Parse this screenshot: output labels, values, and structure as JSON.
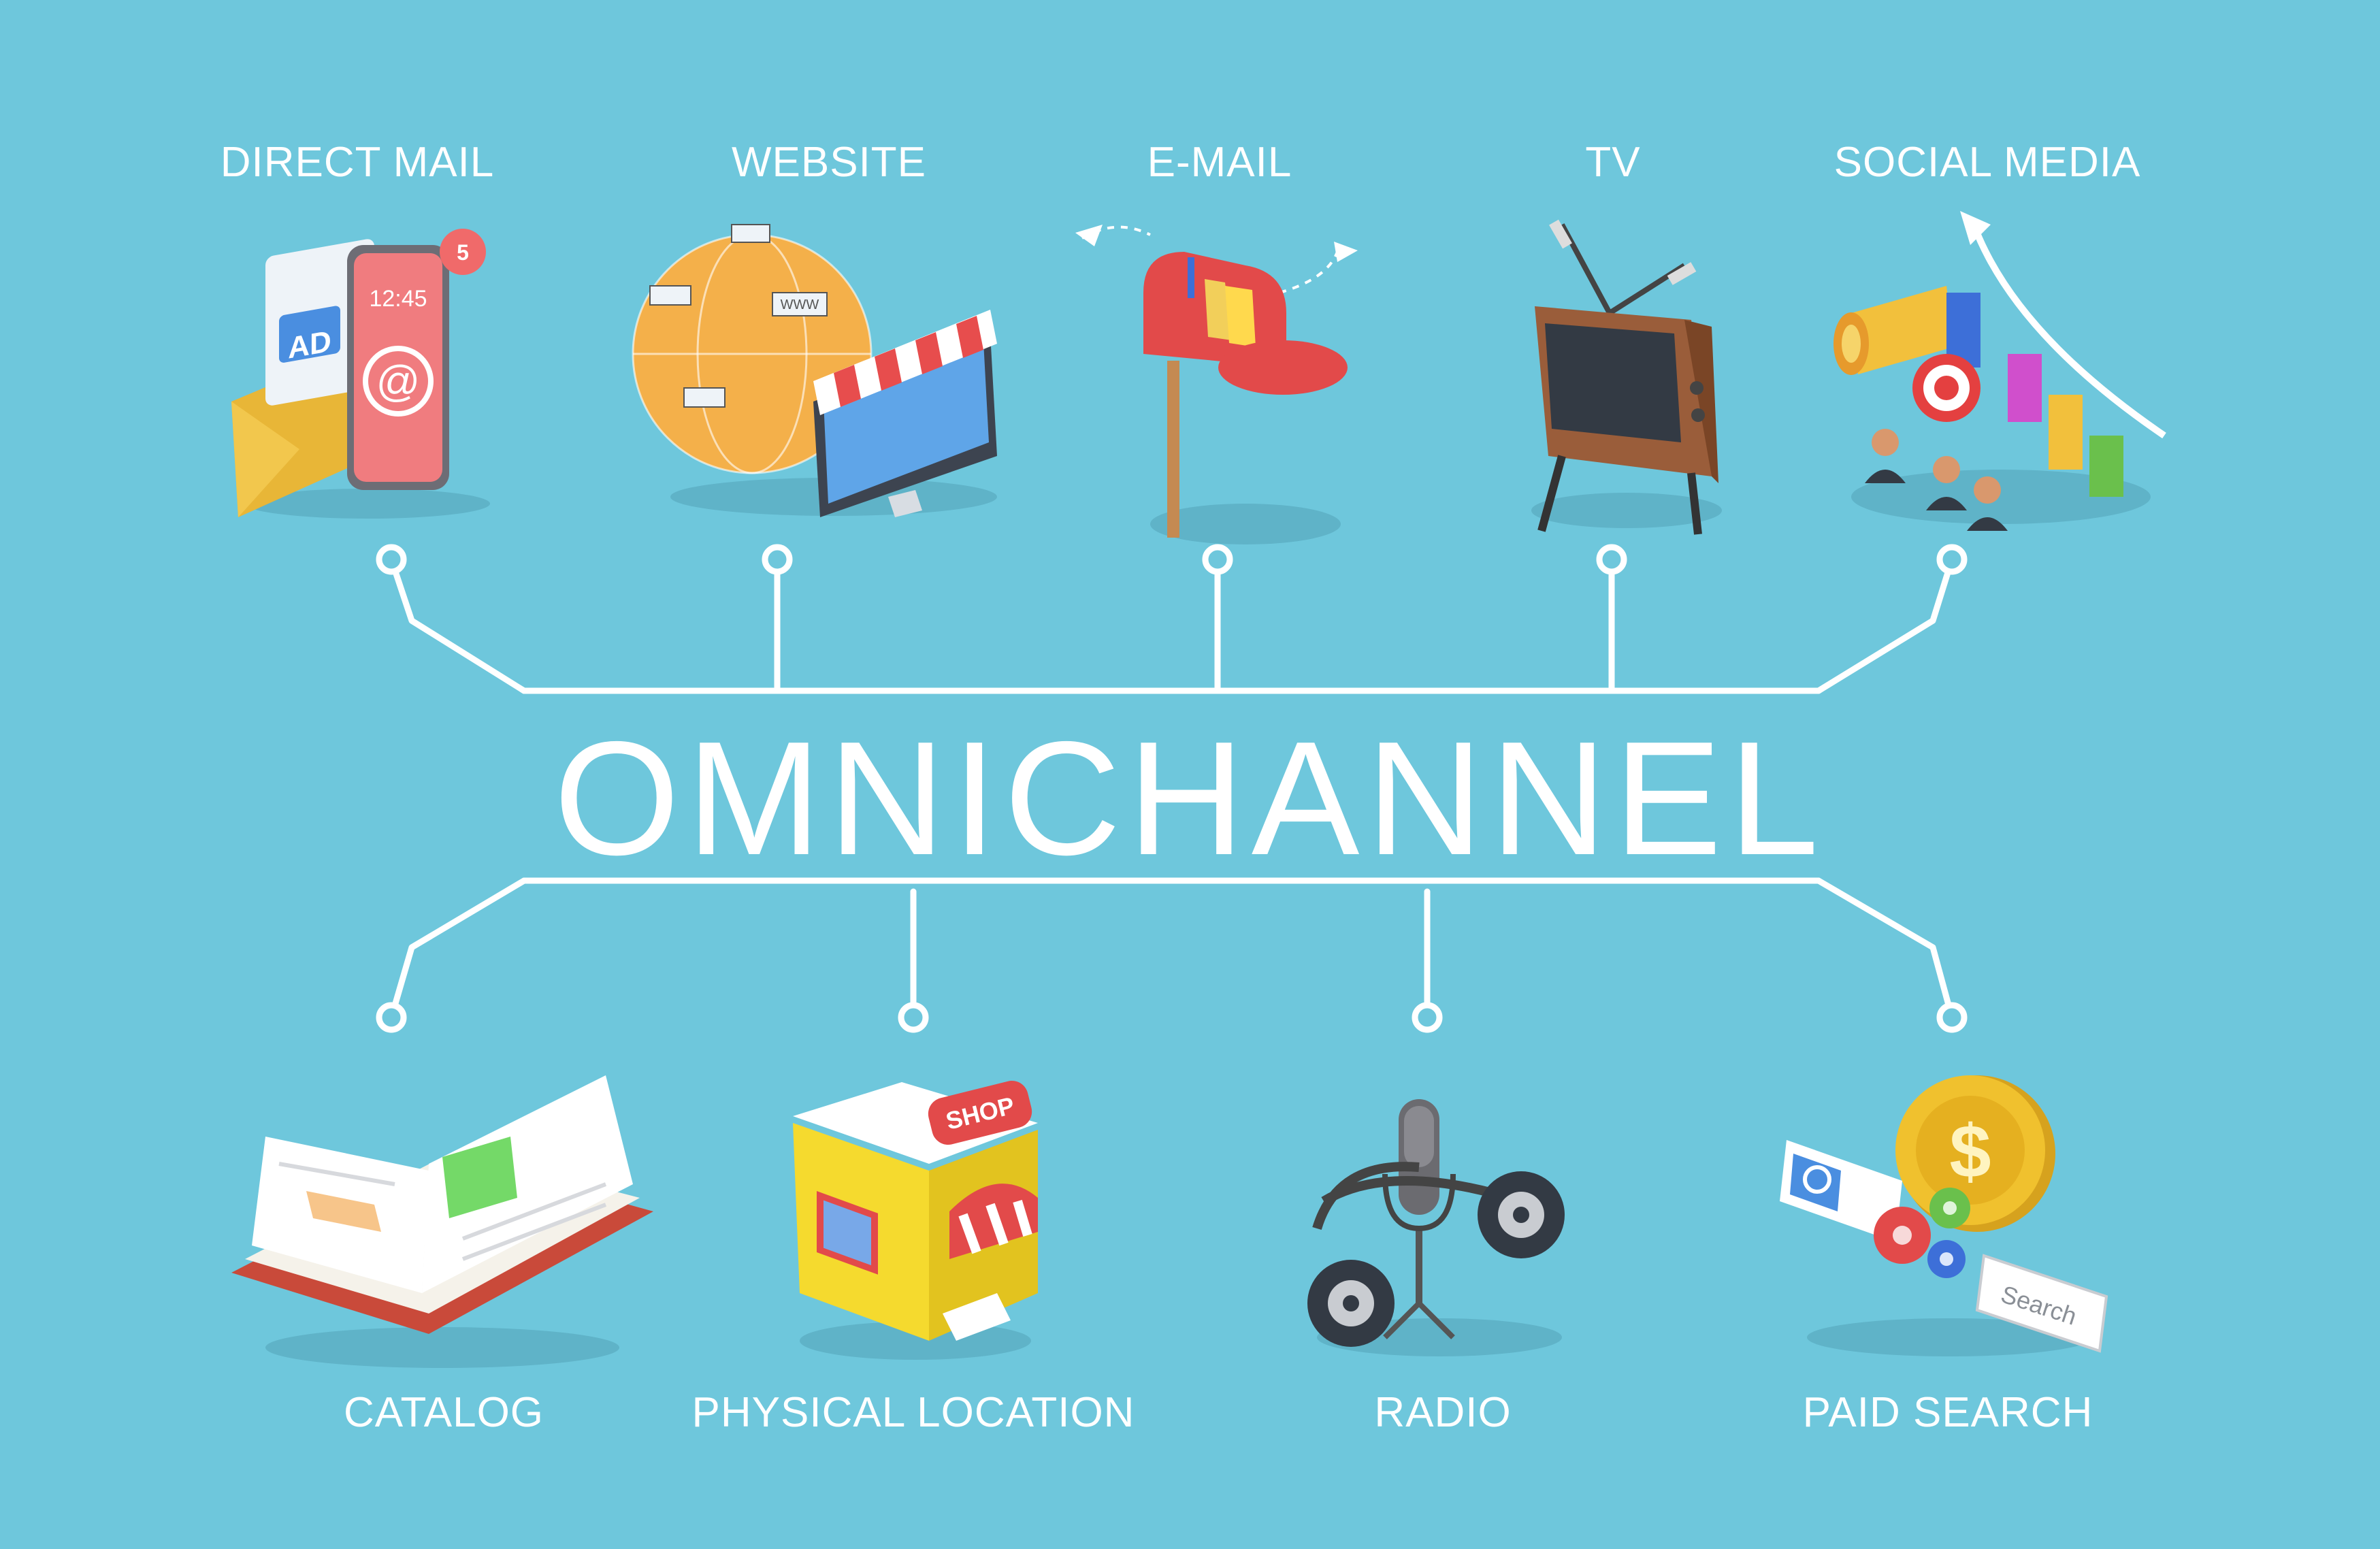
{
  "title": "OMNICHANNEL",
  "colors": {
    "background": "#6ec7dc",
    "lines": "#ffffff",
    "text": "#ffffff"
  },
  "channels_top": [
    {
      "label": "DIRECT MAIL",
      "icon": "direct-mail-icon"
    },
    {
      "label": "WEBSITE",
      "icon": "website-icon"
    },
    {
      "label": "E-MAIL",
      "icon": "email-icon"
    },
    {
      "label": "TV",
      "icon": "tv-icon"
    },
    {
      "label": "SOCIAL MEDIA",
      "icon": "social-media-icon"
    }
  ],
  "channels_bottom": [
    {
      "label": "CATALOG",
      "icon": "catalog-icon"
    },
    {
      "label": "PHYSICAL LOCATION",
      "icon": "shop-icon"
    },
    {
      "label": "RADIO",
      "icon": "radio-icon"
    },
    {
      "label": "PAID SEARCH",
      "icon": "paid-search-icon"
    }
  ],
  "icon_text": {
    "ad": "AD",
    "time": "12:45",
    "badge": "5",
    "www": "WWW",
    "shop": "SHOP",
    "search": "Search",
    "at": "@",
    "dollar": "$"
  }
}
